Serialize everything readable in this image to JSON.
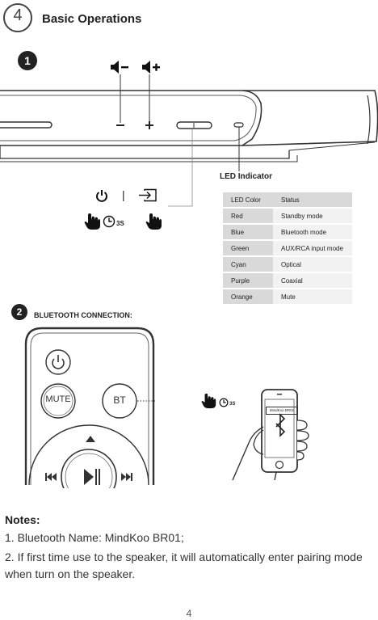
{
  "section": {
    "number": "4",
    "title": "Basic Operations"
  },
  "step1": {
    "badge": "1"
  },
  "soundbar": {
    "led_label": "LED Indicator",
    "minus_label": "−",
    "plus_label": "+",
    "hold_time": "3S",
    "divider": "|"
  },
  "led_table": {
    "headers": [
      "LED Color",
      "Status"
    ],
    "rows": [
      [
        "Red",
        "Standby mode"
      ],
      [
        "Blue",
        "Bluetooth mode"
      ],
      [
        "Green",
        "AUX/RCA input mode"
      ],
      [
        "Cyan",
        "Optical"
      ],
      [
        "Purple",
        "Coaxial"
      ],
      [
        "Orange",
        "Mute"
      ]
    ]
  },
  "step2": {
    "badge": "2",
    "title": "BLUETOOTH CONNECTION:"
  },
  "remote": {
    "mute_label": "MUTE",
    "bt_label": "BT",
    "hold_time": "3S"
  },
  "phone": {
    "device_name": "MindKoo BR01"
  },
  "notes": {
    "heading": "Notes:",
    "line1": "1. Bluetooth Name: MindKoo BR01;",
    "line2": "2. If first time use to the speaker, it will automatically enter pairing mode",
    "line3": "when  turn on the speaker."
  },
  "page_number": "4"
}
